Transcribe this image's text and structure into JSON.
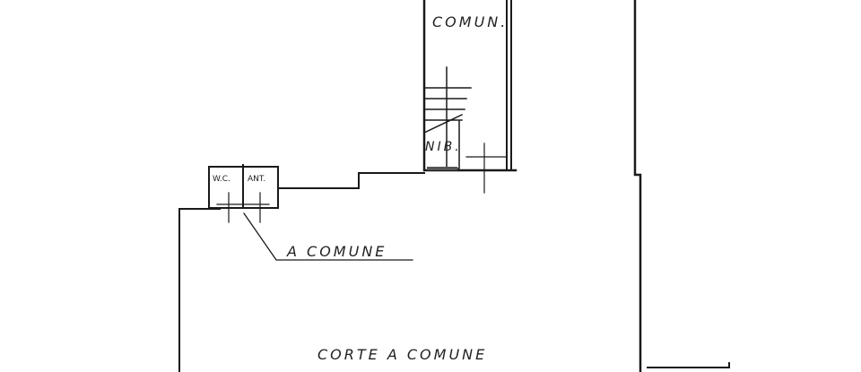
{
  "plan": {
    "labels": {
      "stair_hall": "COMUN.",
      "landing": "NIB.",
      "wc": "W.C.",
      "antibagno": "ANT.",
      "common_pointer": "A COMUNE",
      "courtyard": "CORTE A COMUNE"
    },
    "ink_color": "#1a1a1a"
  }
}
